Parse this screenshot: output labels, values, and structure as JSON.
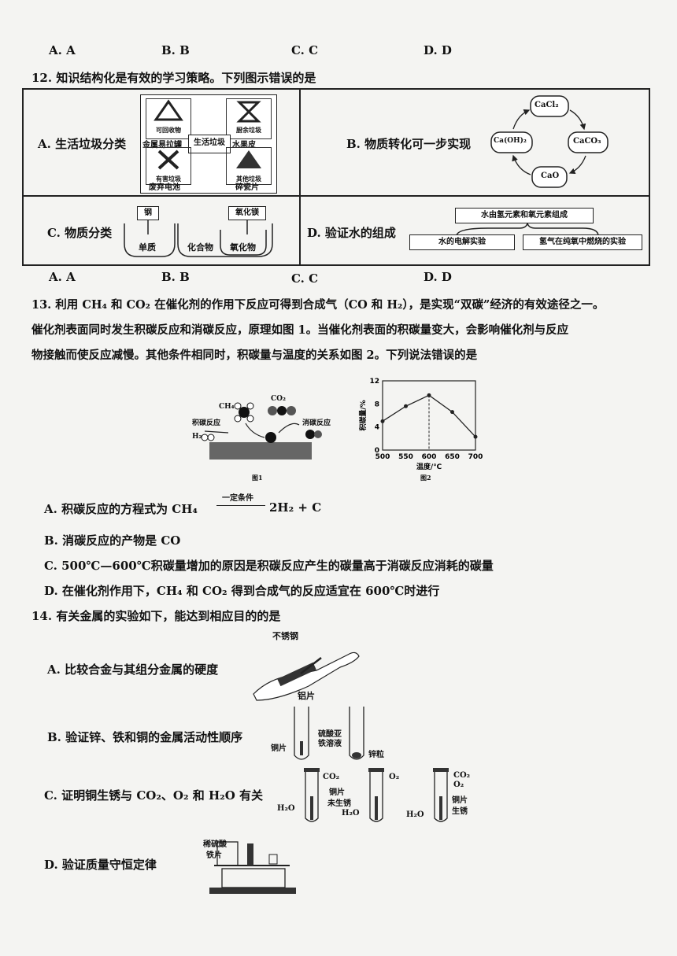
{
  "top_options": [
    "A. A",
    "B. B",
    "C. C",
    "D. D"
  ],
  "q12": {
    "stem": "12. 知识结构化是有效的学习策略。下列图示错误的是",
    "a": {
      "label": "A. 生活垃圾分类",
      "center": "生活垃圾",
      "bins": [
        {
          "sign": "可回收物",
          "item": "金属易拉罐"
        },
        {
          "sign": "厨余垃圾",
          "item": "水果皮"
        },
        {
          "sign": "有害垃圾",
          "item": "废弃电池"
        },
        {
          "sign": "其他垃圾",
          "item": "碎瓷片"
        }
      ]
    },
    "b": {
      "label": "B. 物质转化可一步实现",
      "nodes": [
        "CaCl₂",
        "CaCO₃",
        "CaO",
        "Ca(OH)₂"
      ]
    },
    "c": {
      "label": "C. 物质分类",
      "item1": "钢",
      "item2": "氧化镁",
      "set1": "单质",
      "set2": "化合物",
      "set3": "氧化物"
    },
    "d": {
      "label": "D. 验证水的组成",
      "top": "水由氢元素和氧元素组成",
      "left": "水的电解实验",
      "right": "氢气在纯氧中燃烧的实验"
    },
    "options": [
      "A. A",
      "B. B",
      "C. C",
      "D. D"
    ]
  },
  "q13": {
    "stem_lines": [
      "13. 利用 CH₄ 和 CO₂ 在催化剂的作用下反应可得到合成气（CO 和 H₂），是实现“双碳”经济的有效途径之一。",
      "催化剂表面同时发生积碳反应和消碳反应，原理如图 1。当催化剂表面的积碳量变大，会影响催化剂与反应",
      "物接触而使反应减慢。其他条件相同时，积碳量与温度的关系如图 2。下列说法错误的是"
    ],
    "fig1": {
      "caption": "图1",
      "ch4": "CH₄",
      "co2": "CO₂",
      "left_label": "积碳反应",
      "right_label": "消碳反应",
      "h2": "H₂"
    },
    "fig2": {
      "caption": "图2"
    },
    "opt_a_prefix": "A. 积碳反应的方程式为 CH₄",
    "opt_a_condition": "一定条件",
    "opt_a_suffix": "2H₂ + C",
    "options": [
      "B. 消碳反应的产物是 CO",
      "C. 500℃—600℃积碳量增加的原因是积碳反应产生的碳量高于消碳反应消耗的碳量",
      "D. 在催化剂作用下，CH₄ 和 CO₂ 得到合成气的反应适宜在 600℃时进行"
    ]
  },
  "q14": {
    "stem": "14. 有关金属的实验如下，能达到相应目的的是",
    "a": {
      "label": "A. 比较合金与其组分金属的硬度",
      "top": "不锈钢",
      "bottom": "铝片"
    },
    "b": {
      "label": "B. 验证锌、铁和铜的金属活动性顺序",
      "cu": "铜片",
      "sol": "硫酸亚",
      "sol2": "铁溶液",
      "zn": "锌粒"
    },
    "c": {
      "label": "C. 证明铜生锈与 CO₂、O₂ 和 H₂O 有关",
      "h2o": "H₂O",
      "co2": "CO₂",
      "o2": "O₂",
      "cu": "铜片",
      "nr": "未生锈",
      "rust1": "铜片",
      "rust2": "生锈"
    },
    "d": {
      "label": "D. 验证质量守恒定律",
      "acid": "稀硫酸",
      "fe": "铁片"
    }
  },
  "chart_data": {
    "type": "line",
    "title": "",
    "xlabel": "温度/℃",
    "ylabel": "积碳量/%",
    "x": [
      500,
      550,
      600,
      650,
      700
    ],
    "y": [
      5,
      7.6,
      9.5,
      6.6,
      2.3
    ],
    "xlim": [
      500,
      700
    ],
    "ylim": [
      0,
      12
    ],
    "xticks": [
      500,
      550,
      600,
      650,
      700
    ],
    "yticks": [
      0,
      4,
      8,
      12
    ],
    "annotation": "dashed vertical line at 600"
  }
}
